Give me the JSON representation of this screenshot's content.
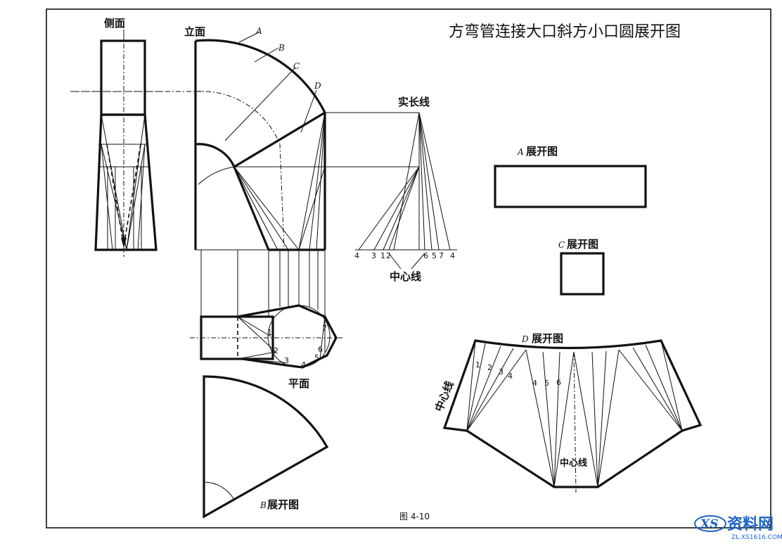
{
  "title": "方弯管连接大口斜方小口圆展开图",
  "labels": {
    "side_view": "侧面",
    "front_view": "立面",
    "plan_view": "平面",
    "true_length": "实长线",
    "center_line": "中心线",
    "center_line_lower": "中心线",
    "center_line_rotated": "中心线",
    "a_dev": "展开图",
    "b_dev": "展开图",
    "c_dev": "展开图",
    "d_dev": "展开图",
    "figure": "图 4-10"
  },
  "letters": {
    "A": "A",
    "B": "B",
    "C": "C",
    "D": "D",
    "A_dev": "A",
    "B_dev": "B",
    "C_dev": "C",
    "D_dev": "D"
  },
  "true_length_numbers_left": [
    "4",
    "3",
    "1",
    "2"
  ],
  "true_length_numbers_right": [
    "6",
    "5",
    "7",
    "4"
  ],
  "plan_numbers": [
    "1",
    "2",
    "3",
    "4",
    "5",
    "6",
    "7"
  ],
  "d_numbers_left": [
    "1",
    "2",
    "3",
    "4"
  ],
  "d_numbers_mid": [
    "4",
    "5",
    "6"
  ],
  "watermark": {
    "text": "资料网",
    "url": "ZL.XS1616.COM"
  }
}
